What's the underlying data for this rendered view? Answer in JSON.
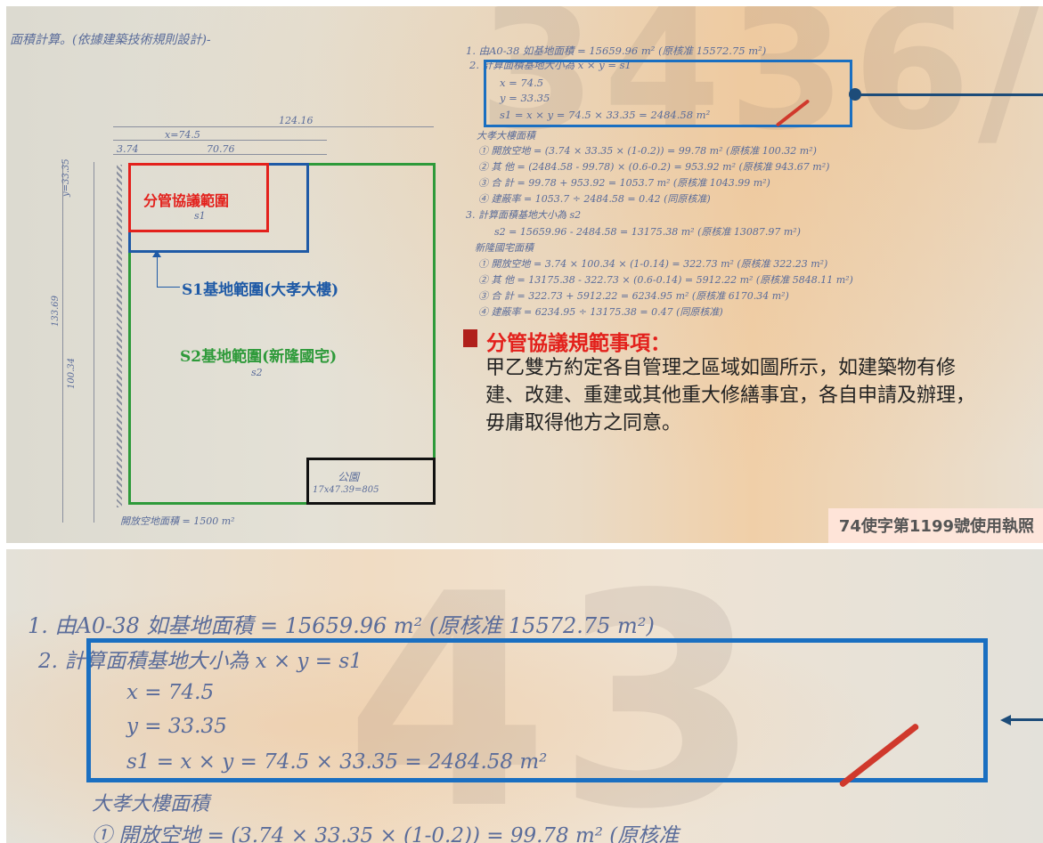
{
  "plan": {
    "heading": "面積計算。(依據建築技術規則設計)-",
    "dims": {
      "top_total": "124.16",
      "x_eq": "x=74.5",
      "left_offset": "3.74",
      "inner_width": "70.76",
      "side_top": "y=33.35",
      "side_total": "133.69",
      "side_lower": "100.34"
    },
    "regions": {
      "shared": {
        "label": "分管協議範圍",
        "sub": "s1",
        "color": "#e3211c"
      },
      "s1": {
        "label": "S1基地範圍(大孝大樓)",
        "color": "#1f5aa6"
      },
      "s2": {
        "label": "S2基地範圍(新隆國宅)",
        "sub": "s2",
        "color": "#2e9a3a"
      },
      "park": {
        "label": "公園",
        "calc": "17x47.39=805",
        "color": "#111111"
      }
    },
    "footer_note": "開放空地面積 = 1500 m²"
  },
  "calc": {
    "lines": [
      "1. 由A0-38 如基地面積 = 15659.96 m² (原核准 15572.75 m²)",
      "2. 計算面積基地大小為 x × y = s1",
      "x = 74.5",
      "y = 33.35",
      "s1 = x × y = 74.5 × 33.35 = 2484.58 m²",
      "大孝大樓面積",
      "① 開放空地 = (3.74 × 33.35 × (1-0.2)) = 99.78 m² (原核准 100.32 m²)",
      "② 其 他 = (2484.58 - 99.78) × (0.6-0.2) = 953.92 m² (原核准 943.67 m²)",
      "③ 合 計 = 99.78 + 953.92 = 1053.7 m² (原核准 1043.99 m²)",
      "④ 建蔽率 = 1053.7 ÷ 2484.58 = 0.42 (同原核准)",
      "3. 計算面積基地大小為 s2",
      "s2 = 15659.96 - 2484.58 = 13175.38 m² (原核准 13087.97 m²)",
      "新隆國宅面積",
      "① 開放空地 = 3.74 × 100.34 × (1-0.14) = 322.73 m² (原核准 322.23 m²)",
      "② 其 他 = 13175.38 - 322.73 × (0.6-0.14) = 5912.22 m² (原核准 5848.11 m²)",
      "③ 合 計 = 322.73 + 5912.22 = 6234.95 m² (原核准 6170.34 m²)",
      "④ 建蔽率 = 6234.95 ÷ 13175.38 = 0.47 (同原核准)"
    ]
  },
  "note": {
    "title": "分管協議規範事項：",
    "body": "甲乙雙方約定各自管理之區域如圖所示，如建築物有修建、改建、重建或其他重大修繕事宜，各自申請及辦理，毋庸取得他方之同意。"
  },
  "license": "74使字第1199號使用執照",
  "zoom": {
    "lines": [
      "1. 由A0-38 如基地面積 = 15659.96 m² (原核准 15572.75 m²)",
      "2. 計算面積基地大小為 x × y = s1",
      "x = 74.5",
      "y = 33.35",
      "s1 = x × y = 74.5 × 33.35 = 2484.58 m²",
      "大孝大樓面積",
      "① 開放空地 = (3.74 × 33.35 × (1-0.2)) = 99.78 m² (原核准"
    ]
  },
  "colors": {
    "highlight_blue": "#1a6fc1",
    "connector": "#1d4c79"
  }
}
